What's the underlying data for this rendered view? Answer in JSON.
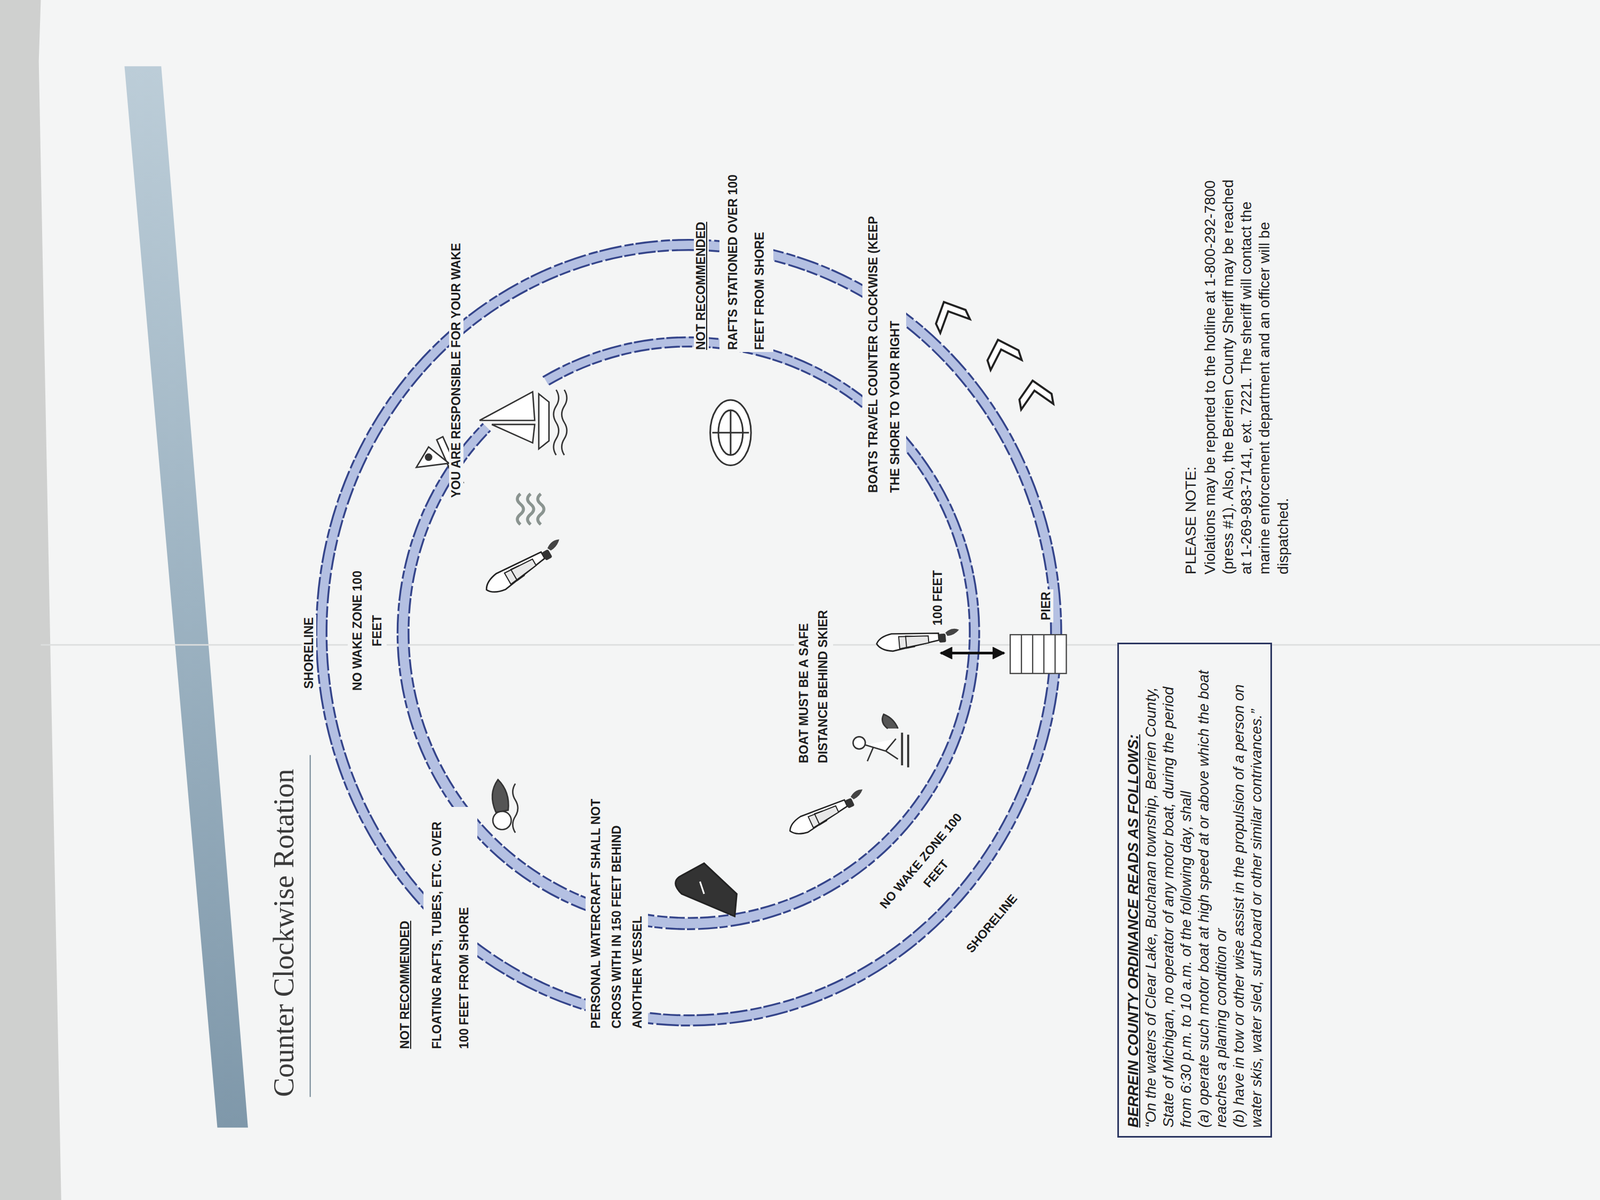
{
  "diagram": {
    "title": "Counter Clockwise Rotation",
    "nodes": [
      {
        "text": [
          "BERREIN COUNTY ORDINANCE READS AS FOLLOWS:",
          "“On the waters of Clear Lake, Buchanan township, Berrien County, State of Michigan, no operator of any motor boat, during the period from 6:30 p.m. to 10 a.m. of the following day, shall",
          "(a) operate such motor boat at high speed at or above which the boat reaches a planing condition or",
          "(b) have in tow or other wise assist in the propulsion of a person on water skis, water sled, surf board or other similar contrivances.”"
        ]
      }
    ],
    "labels": [
      "SHORELINE",
      "NO WAKE ZONE 100 FEET",
      "NOT RECOMMENDED",
      "FLOATING RAFTS, TUBES, ETC. OVER 100 FEET FROM SHORE",
      "YOU ARE RESPONSIBLE FOR YOUR WAKE",
      "NOT RECOMMENDED",
      "RAFTS STATIONED OVER 100 FEET FROM SHORE",
      "BOATS TRAVEL COUNTER CLOCKWISE (KEEP THE SHORE TO YOUR RIGHT",
      "100 FEET",
      "PIER",
      "BOAT MUST BE A SAFE DISTANCE BEHIND SKIER",
      "PERSONAL WATERCRAFT SHALL NOT CROSS WITH IN 150 FEET BEHIND ANOTHER VESSEL",
      "NO WAKE ZONE 100 FEET",
      "SHORELINE",
      "PLEASE NOTE:",
      "Violations may be reported to the hotline at 1-800-292-7800 (press #1). Also, the Berrien County Sheriff may be reached at 1-269-983-7141, ext. 7221. The sheriff will contact the marine enforcement department and an officer will be dispatched."
    ]
  }
}
